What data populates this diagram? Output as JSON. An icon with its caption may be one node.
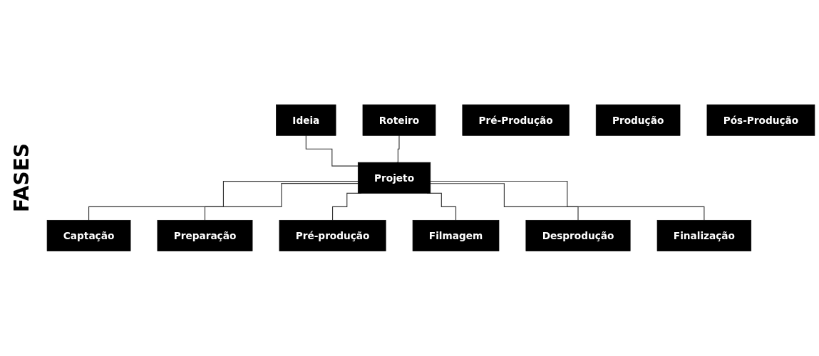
{
  "diagram": {
    "nodes": [
      {
        "text": [
          "Ideia"
        ]
      },
      {
        "text": [
          "Roteiro"
        ]
      },
      {
        "text": [
          "Projeto"
        ]
      },
      {
        "text": [
          "Captação"
        ]
      },
      {
        "text": [
          "Preparação"
        ]
      },
      {
        "text": [
          "Pré-produção"
        ]
      },
      {
        "text": [
          "Filmagem"
        ]
      },
      {
        "text": [
          "Desprodução"
        ]
      },
      {
        "text": [
          "Finalização"
        ]
      },
      {
        "text": [
          "Pré-Produção"
        ]
      },
      {
        "text": [
          "Produção"
        ]
      },
      {
        "text": [
          "Pós-Produção"
        ]
      }
    ],
    "edges": [
      {
        "from": 0,
        "to": 2,
        "arrow": "none"
      },
      {
        "from": 1,
        "to": 2,
        "arrow": "none"
      },
      {
        "from": 2,
        "to": 3,
        "arrow": "none"
      },
      {
        "from": 2,
        "to": 4,
        "arrow": "none"
      },
      {
        "from": 2,
        "to": 5,
        "arrow": "none"
      },
      {
        "from": 2,
        "to": 6,
        "arrow": "none"
      },
      {
        "from": 2,
        "to": 7,
        "arrow": "none"
      },
      {
        "from": 2,
        "to": 8,
        "arrow": "none"
      }
    ],
    "labels": [
      "FASES"
    ]
  }
}
